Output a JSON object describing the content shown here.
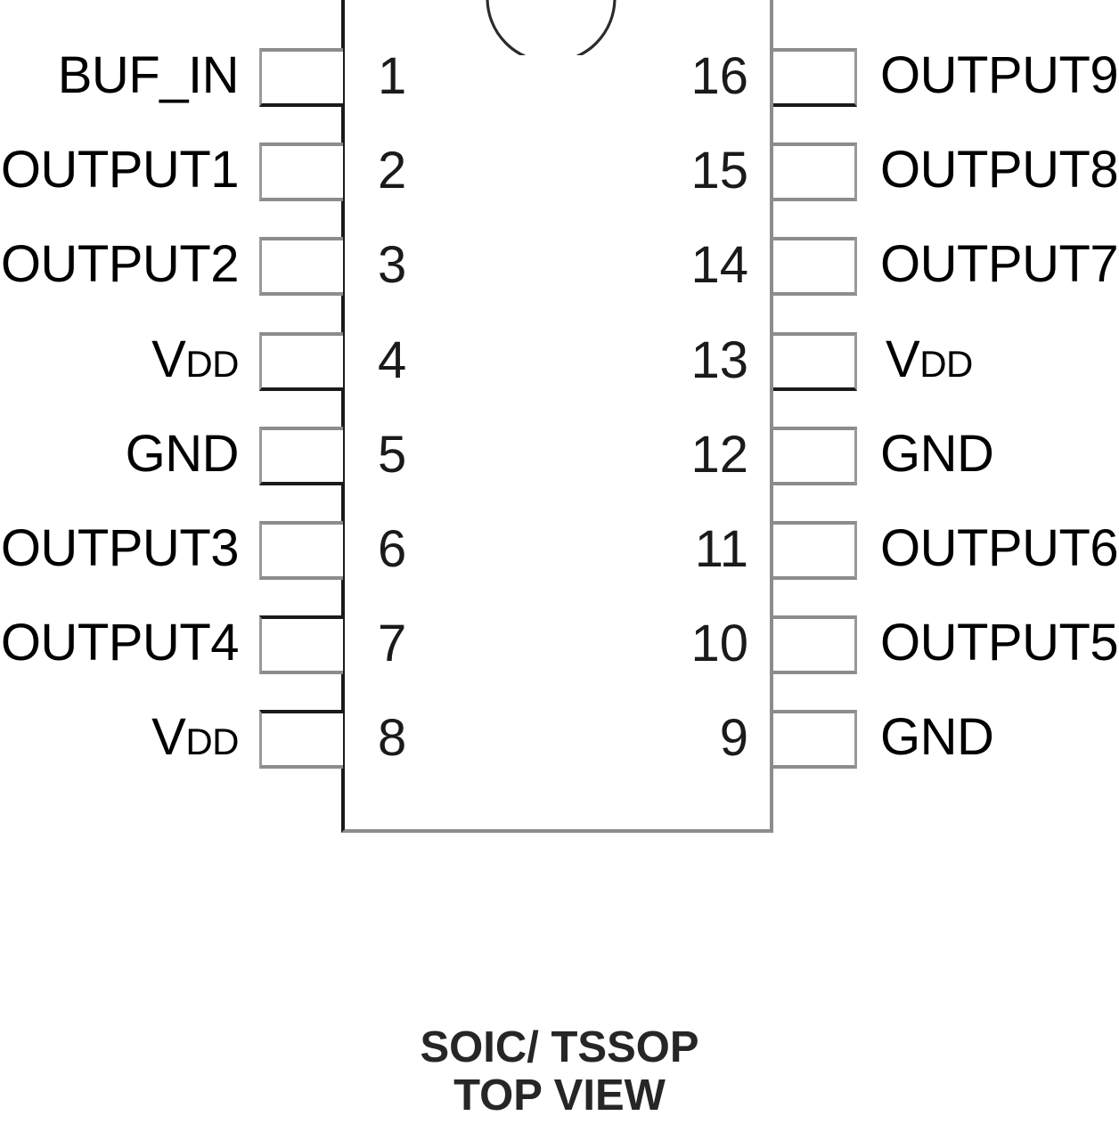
{
  "diagram": {
    "title": "SOIC/ TSSOP TOP VIEW",
    "package_caption_line1": "SOIC/ TSSOP",
    "package_caption_line2": "TOP VIEW",
    "body_line_color": "#1a1a1a",
    "pin_box_color": "#8c8c8c",
    "background": "#ffffff",
    "pin_count": 16
  },
  "pins": {
    "left": [
      {
        "number": "1",
        "label": "BUF_IN",
        "sub": ""
      },
      {
        "number": "2",
        "label": "OUTPUT1",
        "sub": ""
      },
      {
        "number": "3",
        "label": "OUTPUT2",
        "sub": ""
      },
      {
        "number": "4",
        "label": "V",
        "sub": "DD"
      },
      {
        "number": "5",
        "label": "GND",
        "sub": ""
      },
      {
        "number": "6",
        "label": "OUTPUT3",
        "sub": ""
      },
      {
        "number": "7",
        "label": "OUTPUT4",
        "sub": ""
      },
      {
        "number": "8",
        "label": "V",
        "sub": "DD"
      }
    ],
    "right": [
      {
        "number": "16",
        "label": "OUTPUT9",
        "sub": ""
      },
      {
        "number": "15",
        "label": "OUTPUT8",
        "sub": ""
      },
      {
        "number": "14",
        "label": "OUTPUT7",
        "sub": ""
      },
      {
        "number": "13",
        "label": "V",
        "sub": "DD"
      },
      {
        "number": "12",
        "label": "GND",
        "sub": ""
      },
      {
        "number": "11",
        "label": "OUTPUT6",
        "sub": ""
      },
      {
        "number": "10",
        "label": "OUTPUT5",
        "sub": ""
      },
      {
        "number": "9",
        "label": "GND",
        "sub": ""
      }
    ]
  }
}
